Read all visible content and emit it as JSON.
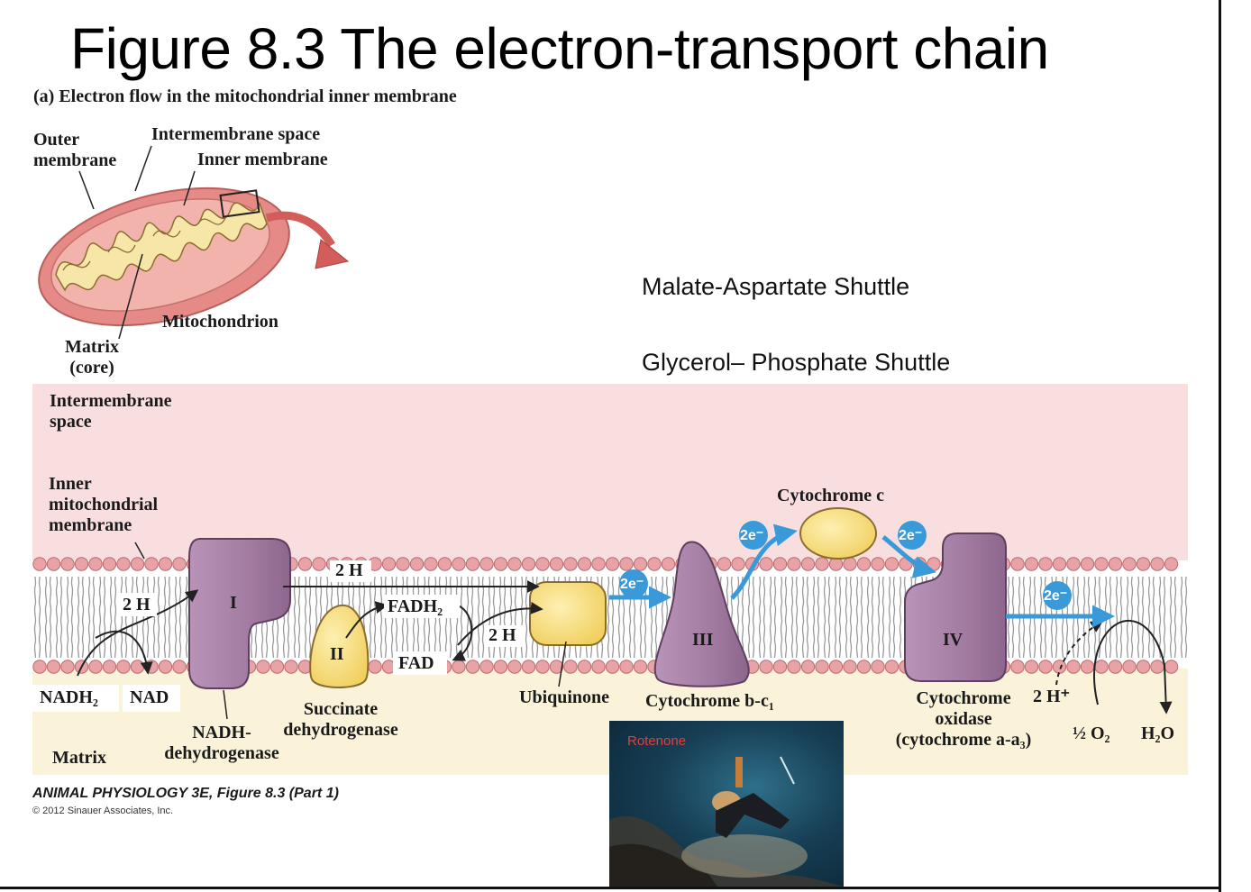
{
  "figure": {
    "title": "Figure 8.3  The electron-transport chain",
    "panel_label": "(a)  Electron flow in the mitochondrial inner membrane"
  },
  "mito_labels": {
    "outer_membrane": [
      "Outer",
      "membrane"
    ],
    "intermembrane_space": "Intermembrane space",
    "inner_membrane": "Inner membrane",
    "mitochondrion": "Mitochondrion",
    "matrix": [
      "Matrix",
      "(core)"
    ]
  },
  "notes": {
    "malate_aspartate": "Malate-Aspartate Shuttle",
    "glycerol_phosphate": "Glycerol– Phosphate Shuttle"
  },
  "regions": {
    "intermembrane_space": [
      "Intermembrane",
      "space"
    ],
    "inner_mito_membrane": [
      "Inner",
      "mitochondrial",
      "membrane"
    ],
    "matrix": "Matrix"
  },
  "complexes": {
    "I": "I",
    "II": "II",
    "III": "III",
    "IV": "IV"
  },
  "molecules": {
    "nadh2": "NADH₂",
    "nad": "NAD",
    "two_h_left": "2 H",
    "two_h_top": "2 H",
    "fadh2": "FADH₂",
    "fad": "FAD",
    "two_h_mid": "2 H",
    "ubiquinone": "Ubiquinone",
    "cytochrome_c": "Cytochrome c",
    "cytochrome_bc1": "Cytochrome b-c₁",
    "two_h_plus": "2 H⁺",
    "half_o2": "½ O₂",
    "h2o": "H₂O"
  },
  "electron_badges": [
    "2e⁻",
    "2e⁻",
    "2e⁻",
    "2e⁻"
  ],
  "enzyme_labels": {
    "nadh_dehydrogenase": [
      "NADH-",
      "dehydrogenase"
    ],
    "succinate_dehydrogenase": [
      "Succinate",
      "dehydrogenase"
    ],
    "cytochrome_oxidase": [
      "Cytochrome",
      "oxidase",
      "(cytochrome a-a₃)"
    ]
  },
  "credit": {
    "book": "ANIMAL PHYSIOLOGY 3E, Figure 8.3 (Part 1)",
    "copyright": "© 2012 Sinauer Associates, Inc."
  },
  "photo": {
    "caption": "Rotenone"
  },
  "colors": {
    "intermembrane_bg": "#f8dede",
    "matrix_bg": "#fbf3d9",
    "complex_purple": "#a57aa4",
    "ubiquinone_yellow": "#f7dc7c",
    "electron_blue": "#3a9ad9",
    "lipid_head": "#e9a2a6"
  }
}
